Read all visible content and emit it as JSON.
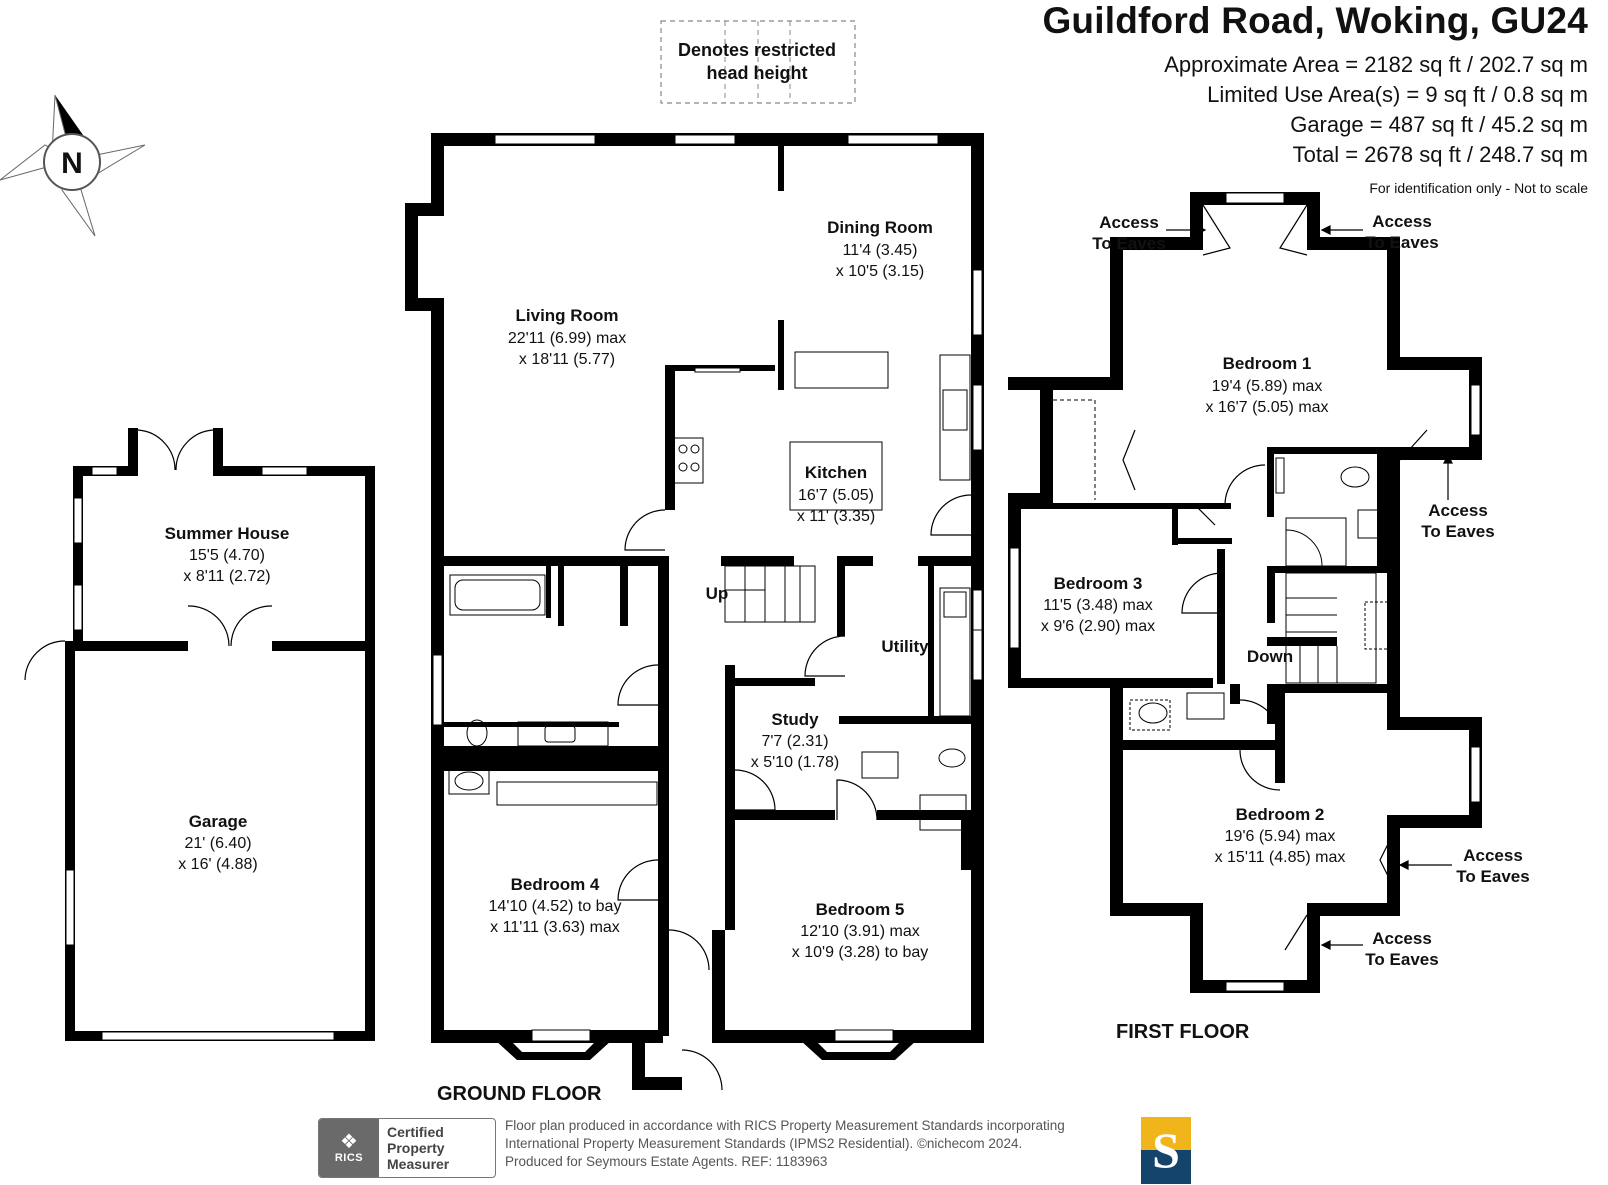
{
  "header": {
    "title": "Guildford Road, Woking, GU24",
    "areas": [
      "Approximate Area = 2182 sq ft / 202.7 sq m",
      "Limited Use Area(s) = 9 sq ft / 0.8 sq m",
      "Garage = 487 sq ft / 45.2 sq m",
      "Total = 2678 sq ft / 248.7 sq m"
    ],
    "disclaimer": "For identification only - Not to scale"
  },
  "legend": {
    "line1": "Denotes restricted",
    "line2": "head height"
  },
  "compass": {
    "letter": "N"
  },
  "floors": {
    "ground": "GROUND FLOOR",
    "first": "FIRST FLOOR"
  },
  "rooms": {
    "summer_house": {
      "name": "Summer House",
      "dim1": "15'5 (4.70)",
      "dim2": "x 8'11 (2.72)"
    },
    "garage": {
      "name": "Garage",
      "dim1": "21' (6.40)",
      "dim2": "x 16' (4.88)"
    },
    "living_room": {
      "name": "Living Room",
      "dim1": "22'11 (6.99) max",
      "dim2": "x 18'11 (5.77)"
    },
    "dining_room": {
      "name": "Dining Room",
      "dim1": "11'4 (3.45)",
      "dim2": "x 10'5 (3.15)"
    },
    "kitchen": {
      "name": "Kitchen",
      "dim1": "16'7 (5.05)",
      "dim2": "x 11' (3.35)"
    },
    "utility": {
      "name": "Utility"
    },
    "study": {
      "name": "Study",
      "dim1": "7'7 (2.31)",
      "dim2": "x 5'10 (1.78)"
    },
    "bedroom4": {
      "name": "Bedroom 4",
      "dim1": "14'10 (4.52) to bay",
      "dim2": "x 11'11 (3.63) max"
    },
    "bedroom5": {
      "name": "Bedroom 5",
      "dim1": "12'10 (3.91) max",
      "dim2": "x 10'9 (3.28) to bay"
    },
    "bedroom1": {
      "name": "Bedroom 1",
      "dim1": "19'4 (5.89) max",
      "dim2": "x 16'7 (5.05) max"
    },
    "bedroom2": {
      "name": "Bedroom 2",
      "dim1": "19'6 (5.94) max",
      "dim2": "x 15'11 (4.85) max"
    },
    "bedroom3": {
      "name": "Bedroom 3",
      "dim1": "11'5 (3.48) max",
      "dim2": "x 9'6 (2.90) max"
    }
  },
  "stairs": {
    "up": "Up",
    "down": "Down"
  },
  "eaves": {
    "line1": "Access",
    "line2": "To Eaves"
  },
  "footer": {
    "line1": "Floor plan produced in accordance with RICS Property Measurement Standards incorporating",
    "line2": "International Property Measurement Standards (IPMS2 Residential).  ©nichecom 2024.",
    "line3": "Produced for Seymours Estate Agents.  REF:  1183963",
    "rics_word": "RICS",
    "rics_badge": [
      "Certified",
      "Property",
      "Measurer"
    ],
    "logo_letter": "S"
  },
  "colors": {
    "wall": "#000000",
    "logo_gold": "#f0b51a",
    "logo_navy": "#14436b"
  }
}
